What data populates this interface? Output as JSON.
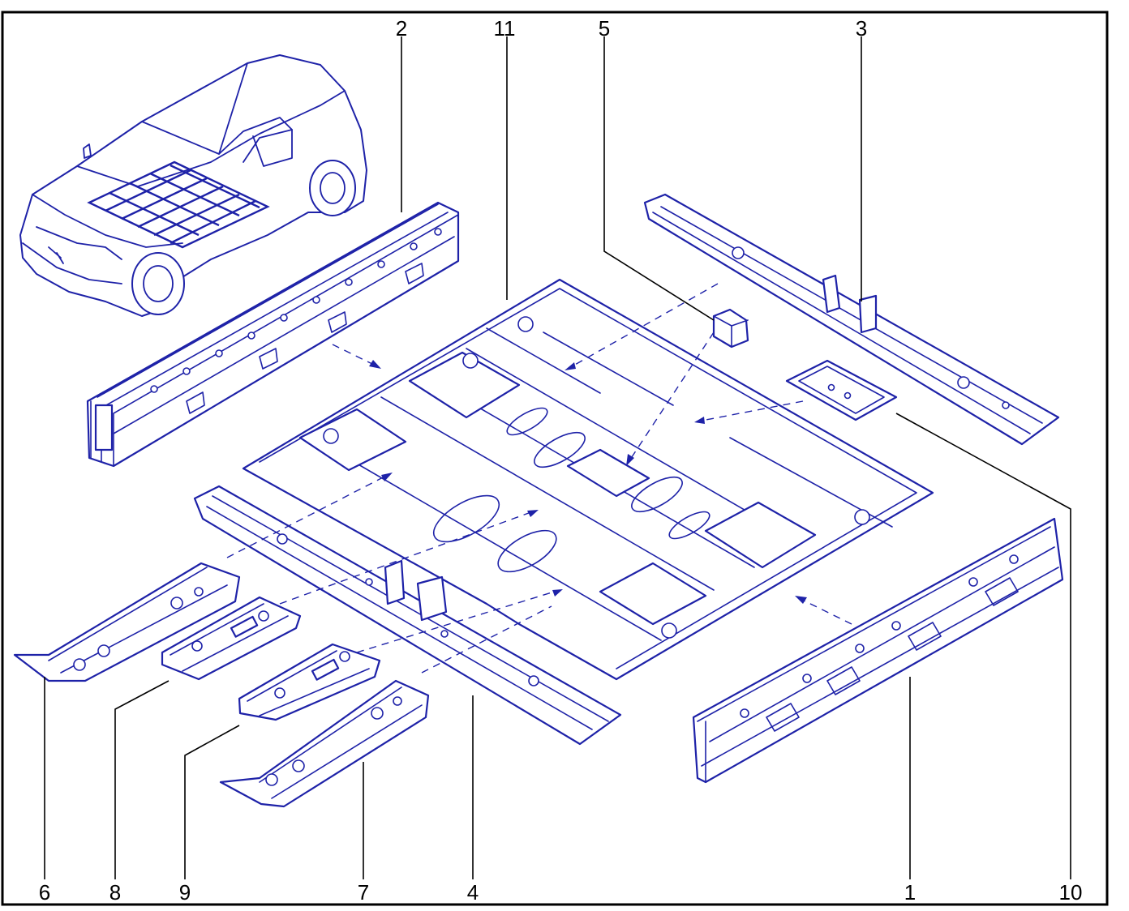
{
  "callouts": {
    "1": "1",
    "2": "2",
    "3": "3",
    "4": "4",
    "5": "5",
    "6": "6",
    "7": "7",
    "8": "8",
    "9": "9",
    "10": "10",
    "11": "11"
  },
  "colors": {
    "line": "#1e22a8",
    "frame": "#000000",
    "background": "#ffffff"
  }
}
